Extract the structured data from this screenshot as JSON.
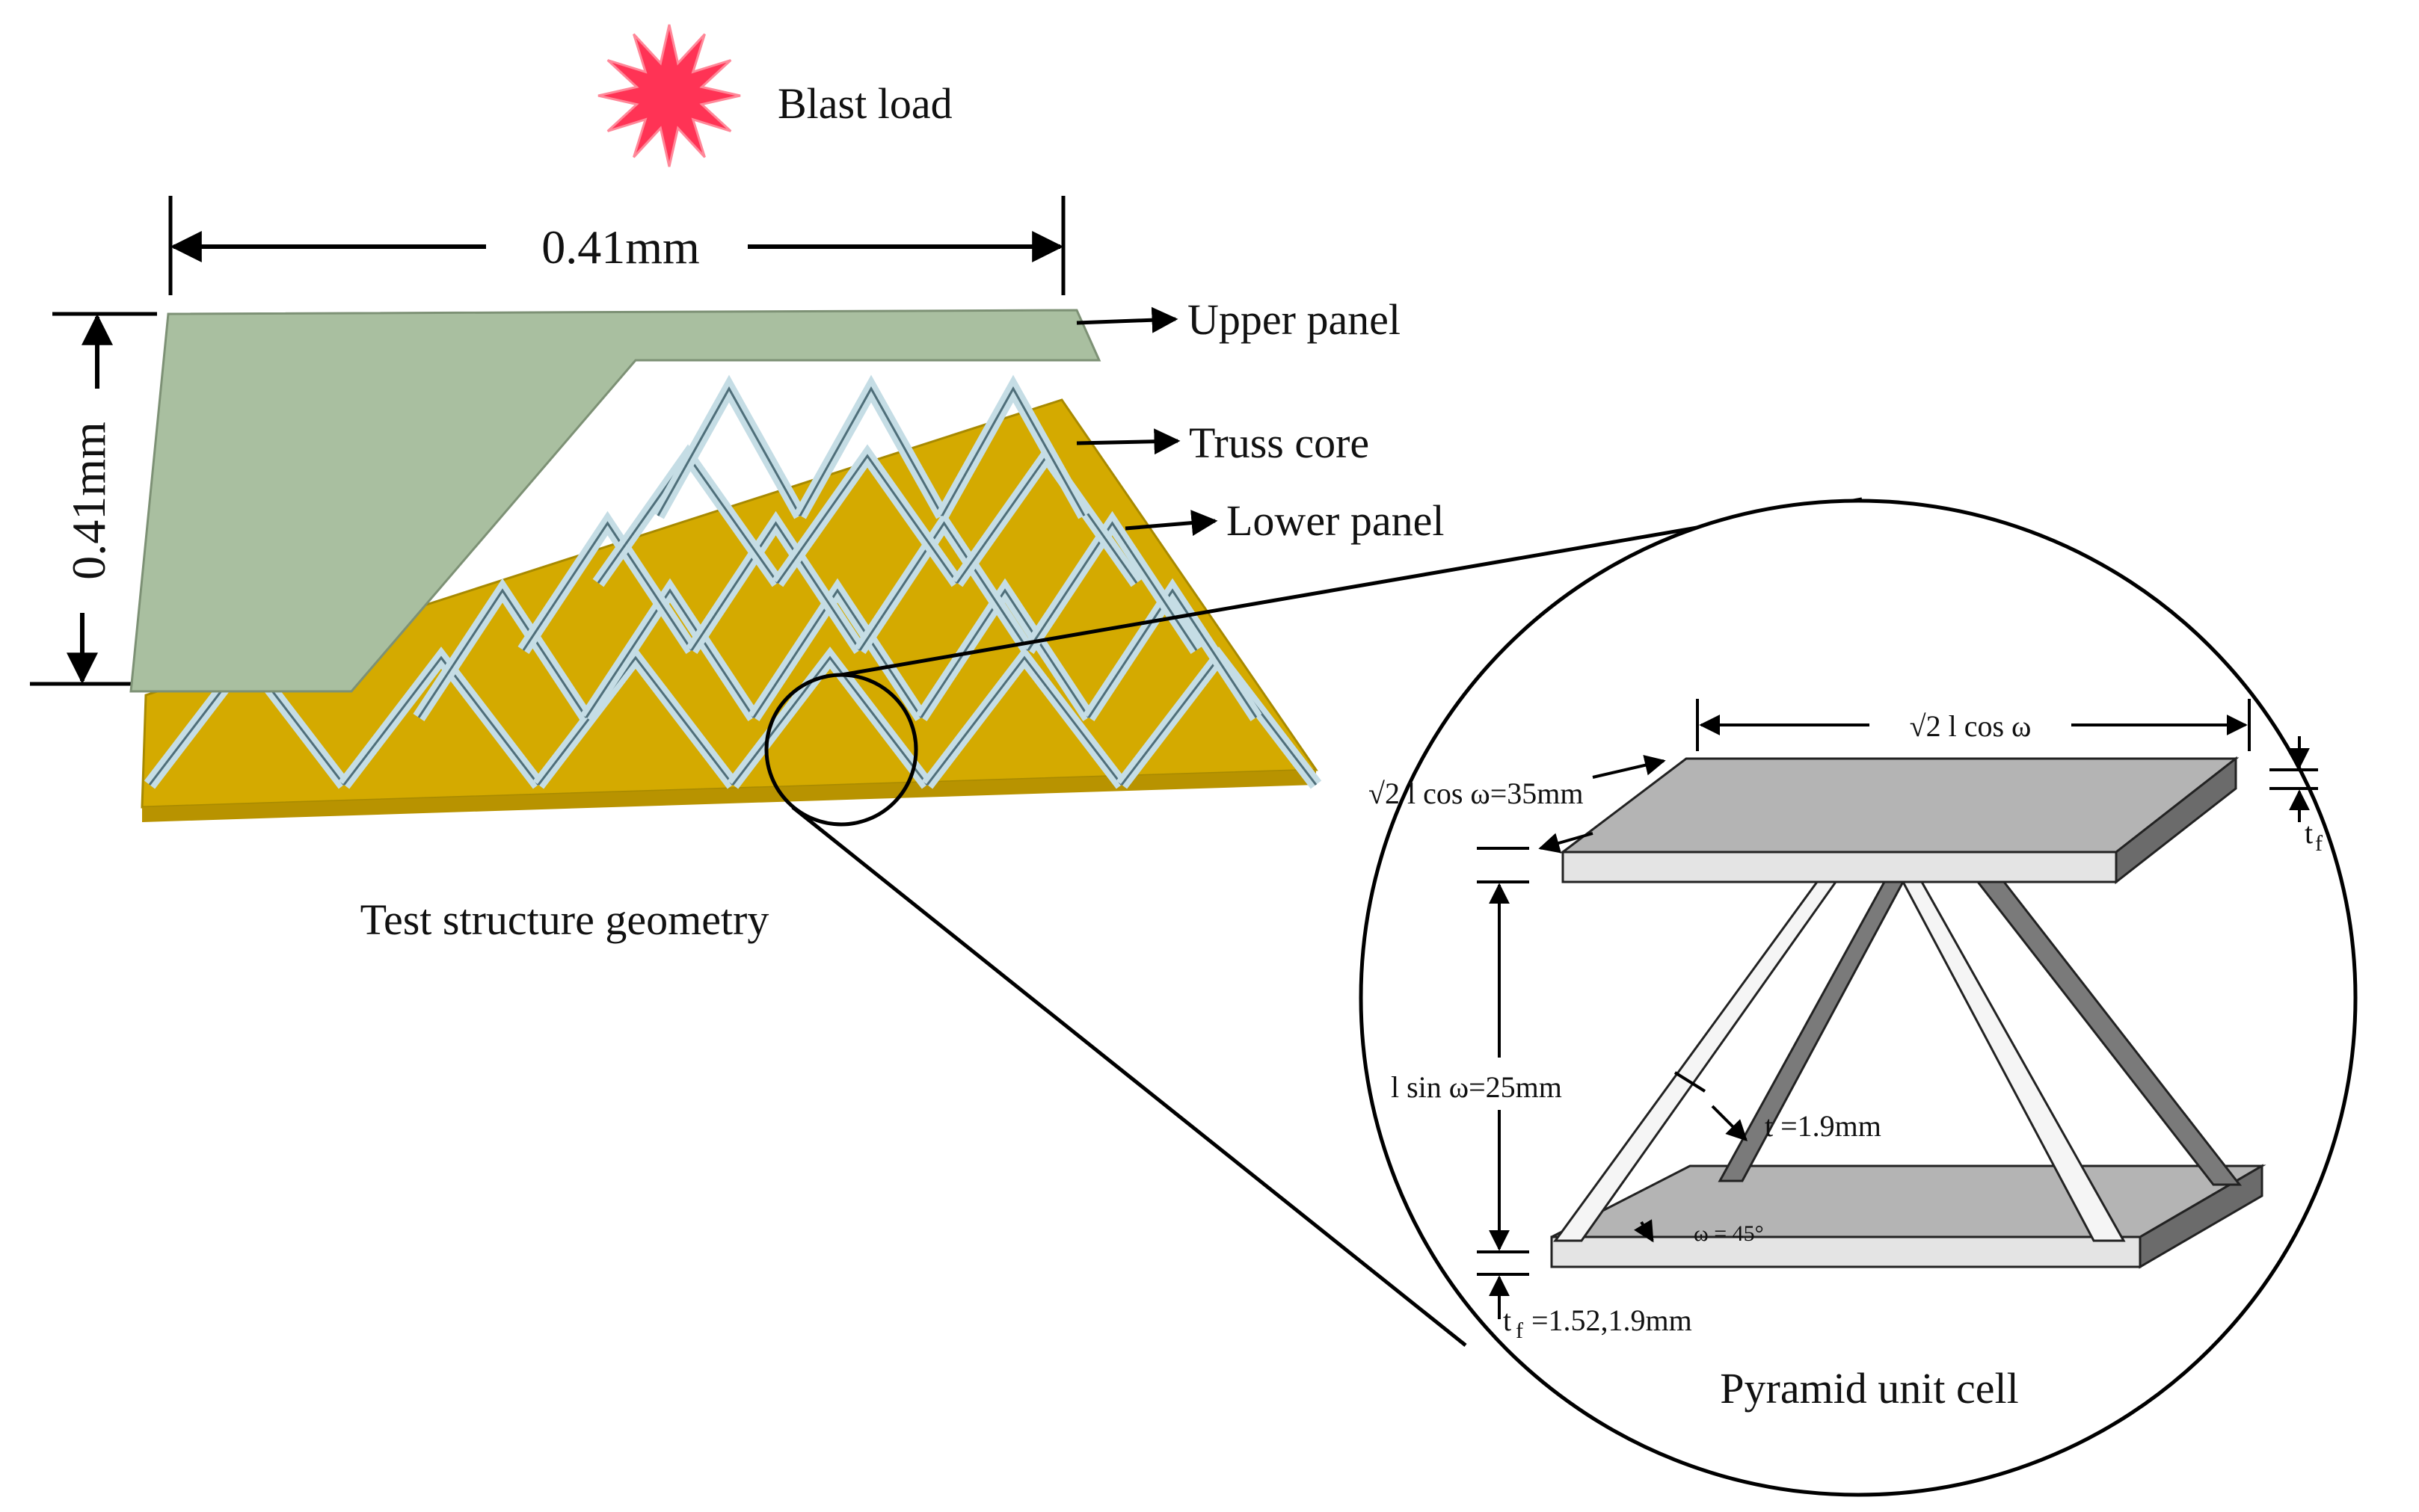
{
  "load": {
    "label": "Blast load",
    "burst_color": "#ff3355"
  },
  "dimensions": {
    "width": "0.41mm",
    "height": "0.41mm"
  },
  "labels": {
    "upper_panel": "Upper panel",
    "truss_core": "Truss core",
    "lower_panel": "Lower panel",
    "left_caption": "Test structure geometry",
    "right_caption": "Pyramid unit cell"
  },
  "unit_cell": {
    "top_dim": "√2 l cos ω",
    "top_dim_value": "√2 l cos ω=35mm",
    "height_value": "l sin ω=25mm",
    "strut_thickness": "t =1.9mm",
    "angle": "ω = 45°",
    "face_thickness_symbol": "t",
    "face_thickness_sub": "f",
    "face_thickness_value": "=1.52,1.9mm"
  },
  "colors": {
    "upper_panel": "#a9bfa0",
    "lower_panel": "#d4aa00",
    "truss": "#b9d4dc",
    "cell_top": "#b4b4b4",
    "cell_side": "#e4e4e4"
  }
}
